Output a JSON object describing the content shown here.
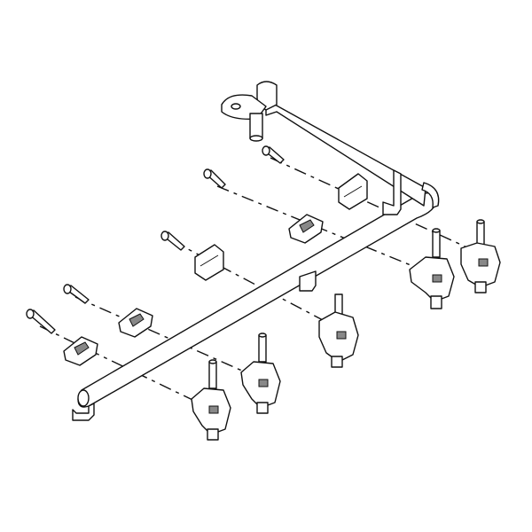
{
  "diagram": {
    "type": "exploded-parts-line-drawing",
    "colors": {
      "line": "#111111",
      "background": "#ffffff",
      "shade": "#888888"
    },
    "parts": {
      "manifold_pipe": 1,
      "valves": 5,
      "clips": 5,
      "screws": 5,
      "mounting_brackets": 3
    }
  }
}
